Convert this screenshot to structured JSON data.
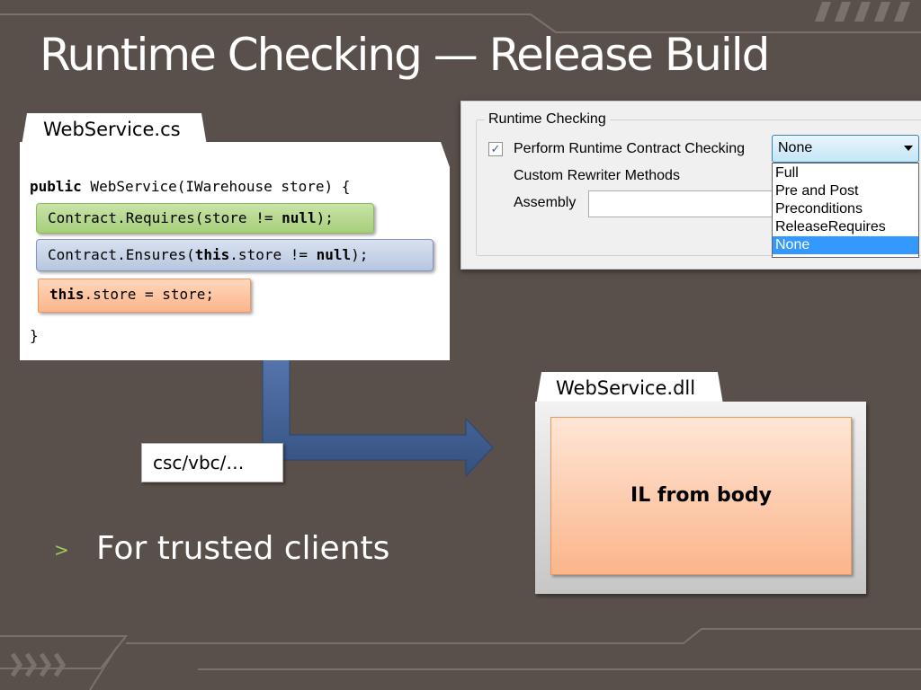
{
  "slide": {
    "title": "Runtime Checking — Release Build",
    "bullet_marker": ">",
    "bullet": "For trusted clients"
  },
  "code": {
    "file_tab": "WebService.cs",
    "line1_kw": "public",
    "line1_rest": " WebService(IWarehouse store) {",
    "requires_a": "Contract.Requires(store != ",
    "requires_kw": "null",
    "requires_b": ");",
    "ensures_a": "Contract.Ensures(",
    "ensures_kw1": "this",
    "ensures_b": ".store != ",
    "ensures_kw2": "null",
    "ensures_c": ");",
    "assign_kw": "this",
    "assign_rest": ".store = store;",
    "close_brace": "}"
  },
  "dialog": {
    "group_title": "Runtime Checking",
    "checkbox_checked": true,
    "checkbox_mark": "✓",
    "checkbox_label": "Perform Runtime Contract Checking",
    "custom_rewriter_label": "Custom Rewriter Methods",
    "assembly_label": "Assembly",
    "assembly_value": "",
    "selected_value": "None",
    "options": [
      "Full",
      "Pre and Post",
      "Preconditions",
      "ReleaseRequires",
      "None"
    ],
    "highlighted_option_index": 4
  },
  "build": {
    "compiler_label": "csc/vbc/…",
    "output_tab": "WebService.dll",
    "output_body": "IL from body"
  },
  "colors": {
    "background": "#5a504b",
    "bullet_accent": "#9acd5b",
    "arrow_blue": "#3f5f96",
    "requires_green": "#a6cf7a",
    "ensures_blue": "#b6c6e0",
    "body_orange": "#fbb58b",
    "selection_blue": "#3399ff"
  }
}
